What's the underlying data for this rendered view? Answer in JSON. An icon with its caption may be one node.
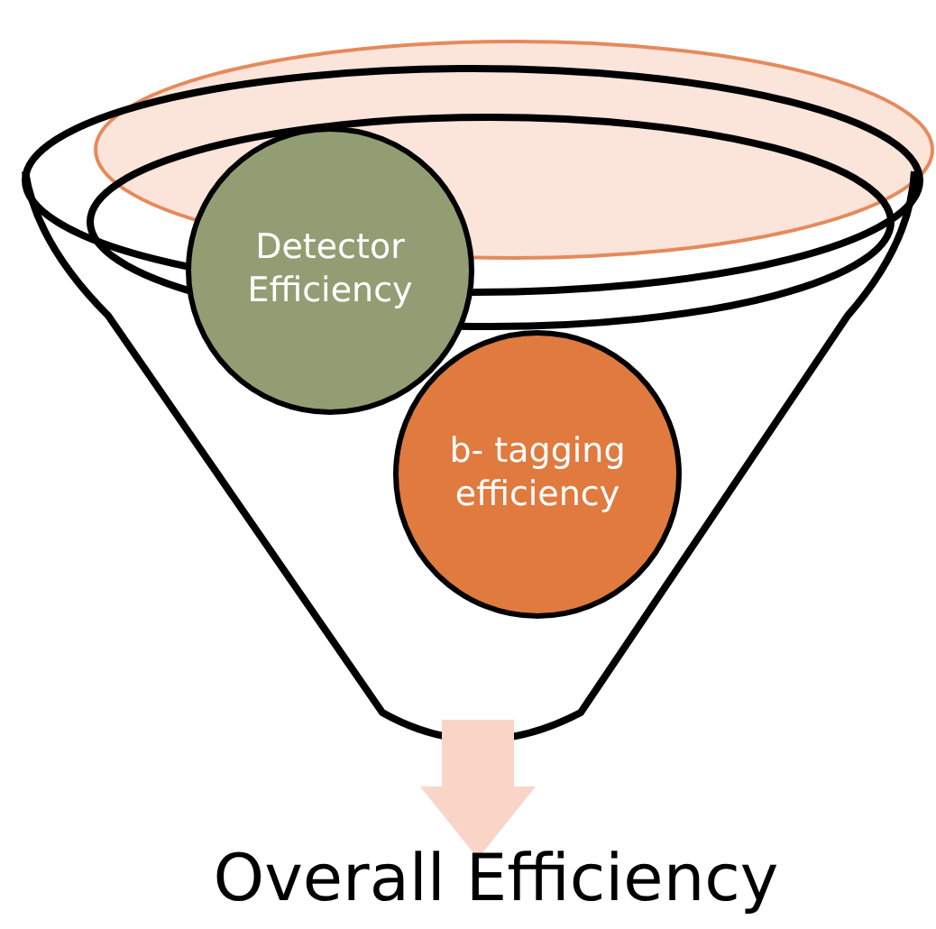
{
  "diagram": {
    "nodes": [
      {
        "text": [],
        "shape": "funnel"
      },
      {
        "text": [
          "Detector Efficiency"
        ],
        "in": 0
      },
      {
        "text": [
          "b- tagging efficiency"
        ],
        "in": 0
      },
      {
        "text": [
          "Overall Efficiency"
        ]
      }
    ],
    "edges": [
      {
        "from": 0,
        "to": 3,
        "arrow": "to"
      }
    ]
  }
}
